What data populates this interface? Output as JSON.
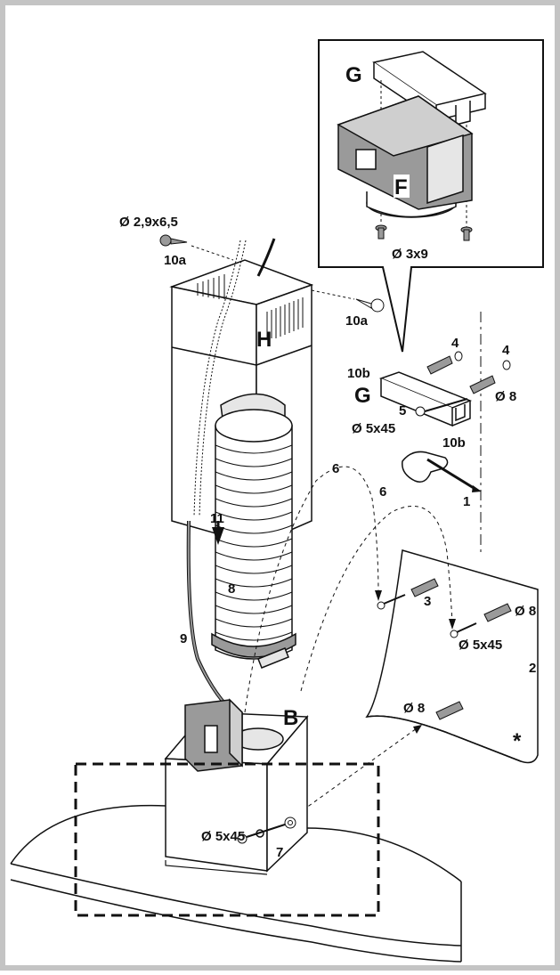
{
  "colors": {
    "frame": "#c4c4c4",
    "ink": "#111111",
    "panel": "#ffffff",
    "shade": "#9a9a9a",
    "light": "#e6e6e6"
  },
  "labels": {
    "G_top": "G",
    "F": "F",
    "inset_screw": "Ø 3x9",
    "screw_top": "Ø 2,9x6,5",
    "p10a_left": "10a",
    "p10a_right": "10a",
    "H": "H",
    "p4_left": "4",
    "p4_right": "4",
    "p10b_top": "10b",
    "G_mid": "G",
    "p5": "5",
    "d8_right": "Ø 8",
    "d5x45_mid": "Ø 5x45",
    "p10b_bottom": "10b",
    "p6_top": "6",
    "p6_second": "6",
    "p1": "1",
    "p11": "11",
    "p8": "8",
    "p3": "3",
    "d8_wall_top": "Ø 8",
    "d5x45_wall": "Ø 5x45",
    "p2": "2",
    "p9": "9",
    "B": "B",
    "d8_wall_bottom": "Ø 8",
    "asterisk": "*",
    "d5x45_bottom": "Ø 5x45",
    "p7": "7"
  }
}
